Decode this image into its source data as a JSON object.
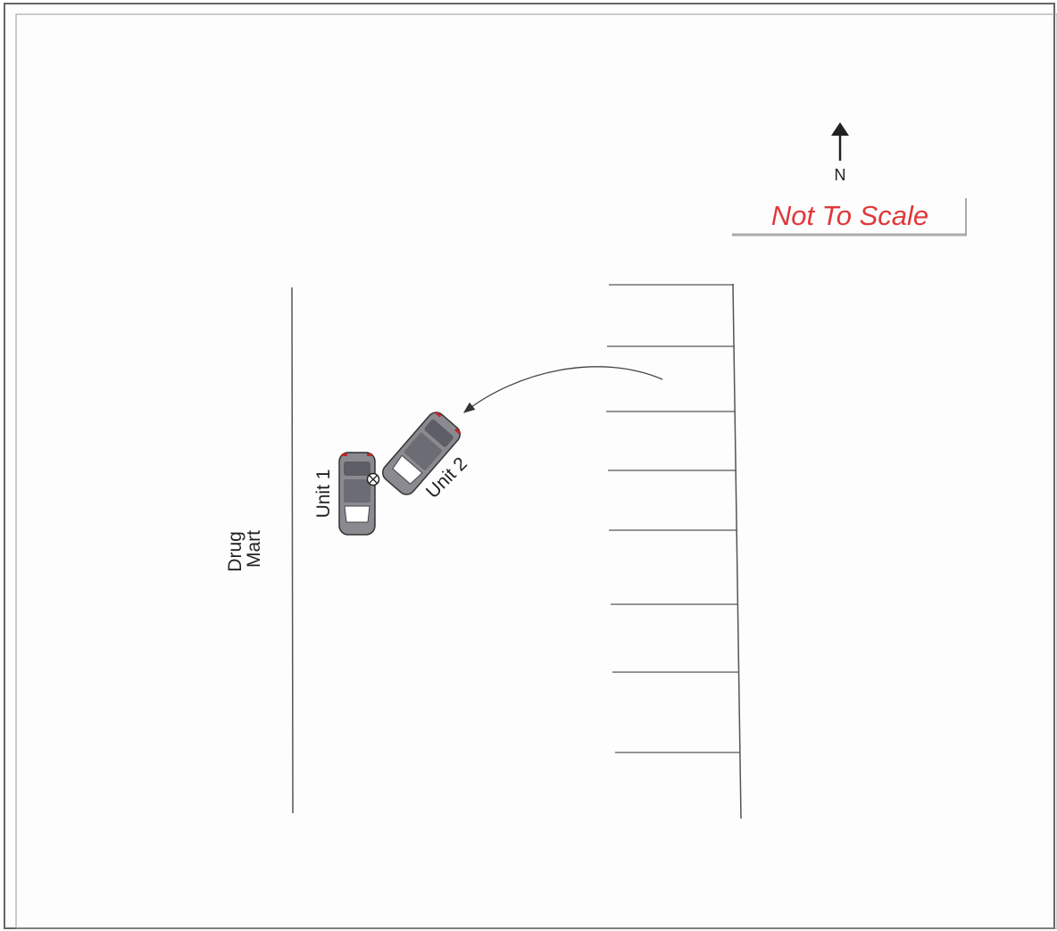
{
  "north_arrow": {
    "label": "N",
    "icon": "north-arrow-icon"
  },
  "scale_note": {
    "text": "Not To Scale",
    "color": "#e0383b"
  },
  "building": {
    "line1": "Drug",
    "line2": "Mart"
  },
  "units": [
    {
      "label": "Unit 1",
      "body_color": "#8a8a90",
      "light_color": "#c0282a"
    },
    {
      "label": "Unit 2",
      "body_color": "#8a8a90",
      "light_color": "#c0282a"
    }
  ],
  "point_of_impact": {
    "icon": "circled-x-icon"
  },
  "path_arrow": {
    "icon": "curved-arrow-icon"
  },
  "parking_stalls": {
    "count": 8
  }
}
